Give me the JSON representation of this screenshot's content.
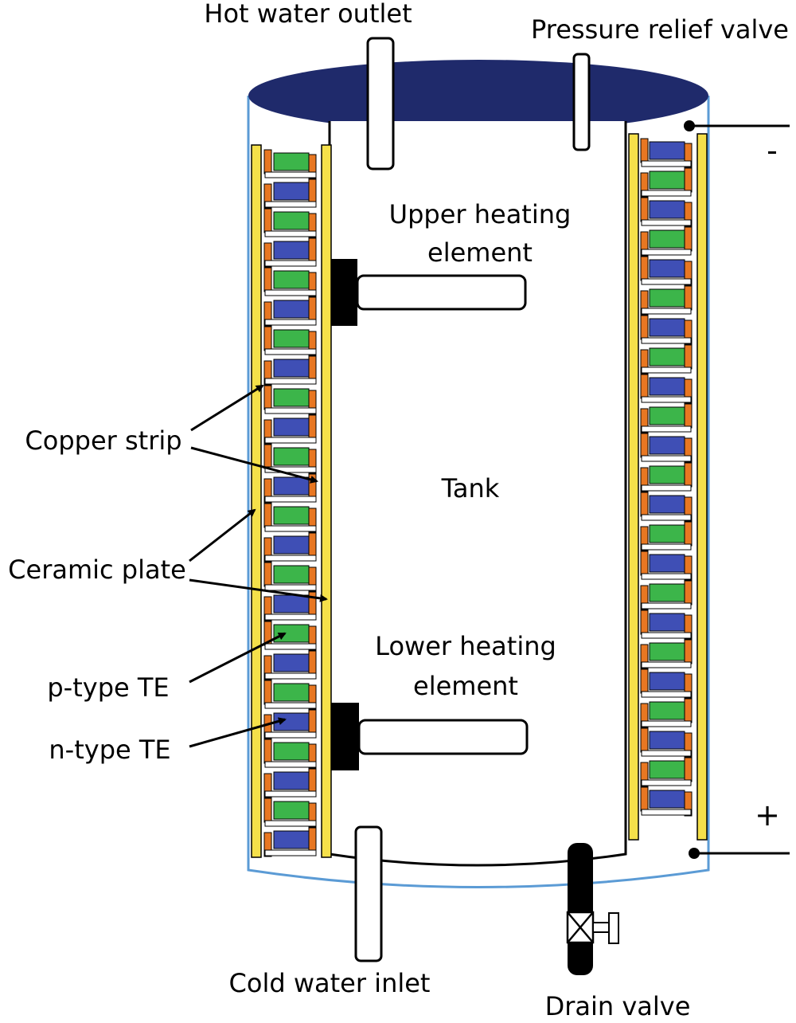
{
  "labels": {
    "hot_water_outlet": "Hot water outlet",
    "pressure_relief_valve": "Pressure relief valve",
    "upper_heating_element_line1": "Upper heating",
    "upper_heating_element_line2": "element",
    "tank": "Tank",
    "lower_heating_element_line1": "Lower heating",
    "lower_heating_element_line2": "element",
    "copper_strip": "Copper strip",
    "ceramic_plate": "Ceramic plate",
    "p_type_te": "p-type TE",
    "n_type_te": "n-type TE",
    "cold_water_inlet": "Cold water inlet",
    "drain_valve": "Drain valve",
    "negative_terminal": "-",
    "positive_terminal": "+"
  },
  "colors": {
    "tank_top": "#1f2a6b",
    "outer_shell": "#5b9bd5",
    "ceramic_plate": "#f5e04a",
    "copper_strip": "#e87722",
    "p_type": "#3cb54a",
    "n_type": "#3f4fb5",
    "element_mount": "#000000"
  }
}
